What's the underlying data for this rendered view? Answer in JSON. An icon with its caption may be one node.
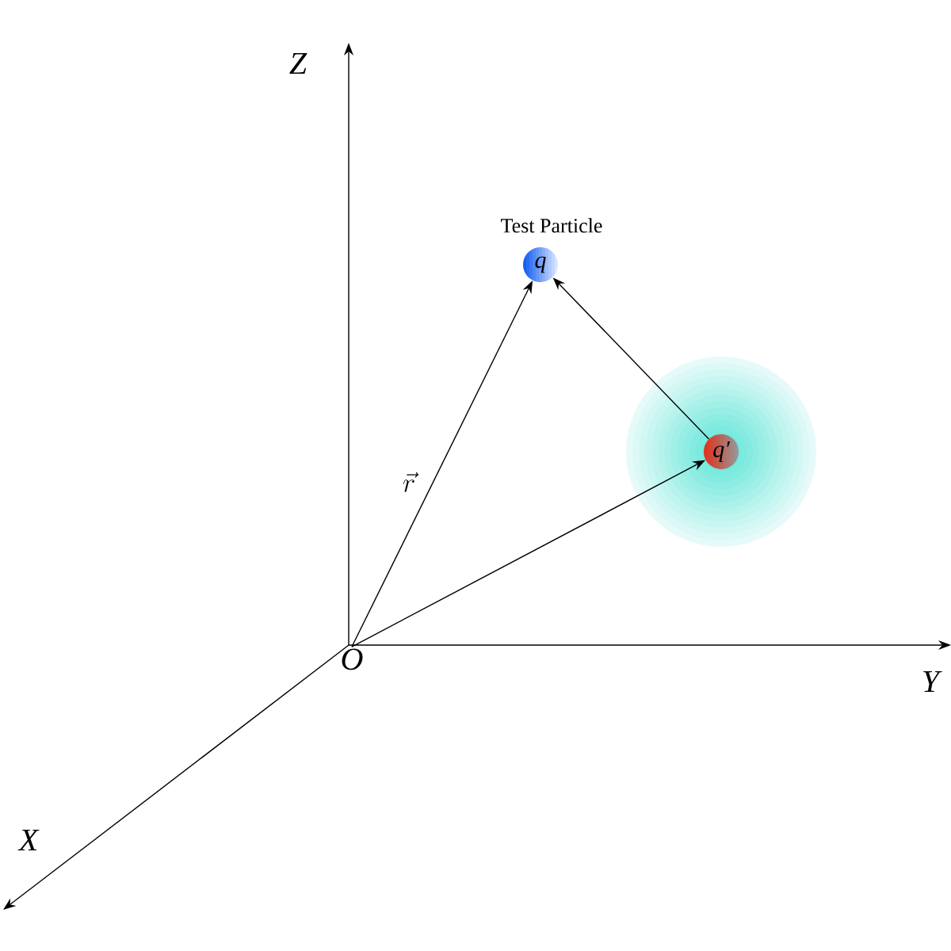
{
  "diagram": {
    "nodes": [
      {
        "text": [
          "q"
        ],
        "beside": [
          "Test Particle"
        ]
      },
      {
        "text": [
          "q′"
        ]
      },
      {
        "text": [
          "O"
        ]
      }
    ],
    "edges": [
      {
        "from": 2,
        "to": 0,
        "arrow": "to",
        "label": "\\vec{r}"
      },
      {
        "from": 2,
        "to": 1,
        "arrow": "to"
      },
      {
        "from": 1,
        "to": 0,
        "arrow": "to"
      }
    ],
    "labels": [
      "Z",
      "Y",
      "X"
    ]
  }
}
